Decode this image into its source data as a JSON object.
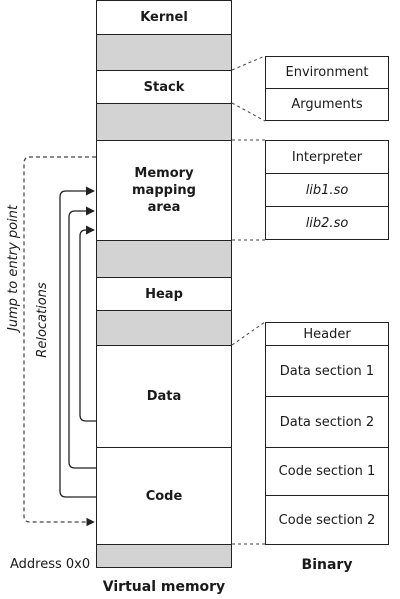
{
  "virtual_memory": {
    "caption": "Virtual memory",
    "address_label": "Address 0x0",
    "kernel": "Kernel",
    "stack": "Stack",
    "mmap_area": "Memory\nmapping\narea",
    "heap": "Heap",
    "data": "Data",
    "code": "Code"
  },
  "binary": {
    "caption": "Binary",
    "header": "Header",
    "data_section_1": "Data section 1",
    "data_section_2": "Data section 2",
    "code_section_1": "Code section 1",
    "code_section_2": "Code section 2"
  },
  "stack_extras": {
    "environment": "Environment",
    "arguments": "Arguments"
  },
  "libraries": {
    "interpreter": "Interpreter",
    "lib1": "lib1.so",
    "lib2": "lib2.so"
  },
  "arrows": {
    "relocations": "Relocations",
    "jump_to_entry": "Jump to entry point"
  },
  "colors": {
    "gap_fill": "#d3d3d3",
    "stroke": "#222222"
  }
}
